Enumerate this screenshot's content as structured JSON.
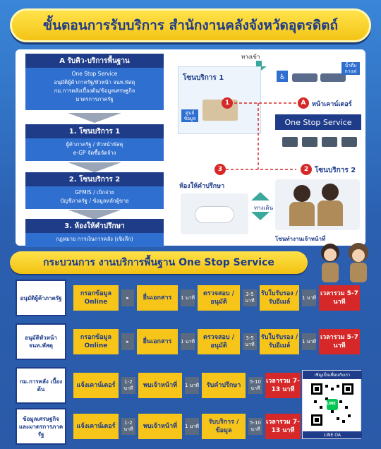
{
  "header": {
    "title": "ขั้นตอนการรับบริการ สำนักงานคลังจังหวัดอุตรดิตถ์"
  },
  "flow": {
    "a_head": "A รับคิว-บริการพื้นฐาน",
    "a_body": [
      "One Stop Service",
      "อนุมัติผู้ค้าภาครัฐ/หัวหน้า จนท.พัสดุ",
      "กม.การคลังเบื้องต้น/ข้อมูลเศรษฐกิจ",
      "มาตรการภาครัฐ"
    ],
    "s1_head": "1. โซนบริการ 1",
    "s1_body": [
      "ผู้ค้าภาครัฐ / หัวหน้าพัสดุ",
      "e-GP จัดซื้อจัดจ้าง"
    ],
    "s2_head": "2. โซนบริการ 2",
    "s2_body": [
      "GFMIS / เบิกจ่าย",
      "บัญชีภาครัฐ / ข้อมูลหลักผู้ขาย"
    ],
    "s3_head": "3. ห้องให้คำปรึกษา",
    "s3_body": [
      "กฎหมาย การเงินการคลัง (เชิงลึก)"
    ]
  },
  "diagram": {
    "entry": "ทางเข้า",
    "zone1": "โซนบริการ 1",
    "counter": "หน้าเคาน์เตอร์",
    "one_stop": "One Stop Service",
    "zone2": "โซนบริการ 2",
    "consult": "ห้องให้คำปรึกษา",
    "walkway": "ทางเดิน",
    "officer": "โซนทำงานเจ้าหน้าที่",
    "info_center": "ศูนย์ข้อมูล",
    "water": "น้ำดื่ม กาแฟ",
    "markers": [
      "1",
      "A",
      "2",
      "3"
    ]
  },
  "process": {
    "title": "กระบวนการ งานบริการพื้นฐาน One Stop Service",
    "rows": [
      {
        "label": "อนุมัติผู้ค้าภาครัฐ",
        "steps": [
          "กรอกข้อมูล Online",
          "ยื่นเอกสาร",
          "ตรวจสอบ /อนุมัติ",
          "รับใบรับรอง /รับอีเมล์"
        ],
        "times": [
          "▸",
          "1 นาที",
          "3-5 นาที",
          "1 นาที"
        ],
        "total": "เวลารวม 5-7 นาที"
      },
      {
        "label": "อนุมัติหัวหน้า จนท.พัสดุ",
        "steps": [
          "กรอกข้อมูล Online",
          "ยื่นเอกสาร",
          "ตรวจสอบ /อนุมัติ",
          "รับใบรับรอง /รับอีเมล์"
        ],
        "times": [
          "▸",
          "1 นาที",
          "3-5 นาที",
          "1 นาที"
        ],
        "total": "เวลารวม 5-7 นาที"
      },
      {
        "label": "กม.การคลัง เบื้องต้น",
        "steps": [
          "แจ้งเคาน์เตอร์",
          "พบเจ้าหน้าที่",
          "รับคำปรึกษา"
        ],
        "times": [
          "1-2 นาที",
          "1 นาที",
          "5-10 นาที"
        ],
        "total": "เวลารวม 7-13 นาที"
      },
      {
        "label": "ข้อมูลเศรษฐกิจ และมาตรการภาครัฐ",
        "steps": [
          "แจ้งเคาน์เตอร์",
          "พบเจ้าหน้าที่",
          "รับบริการ /ข้อมูล"
        ],
        "times": [
          "1-2 นาที",
          "1 นาที",
          "5-10 นาที"
        ],
        "total": "เวลารวม 7-13 นาที"
      }
    ]
  },
  "qr": {
    "top": "เชิญเป็นเพื่อนกับเรา",
    "bottom": "LINE OA",
    "center": "LINE"
  }
}
